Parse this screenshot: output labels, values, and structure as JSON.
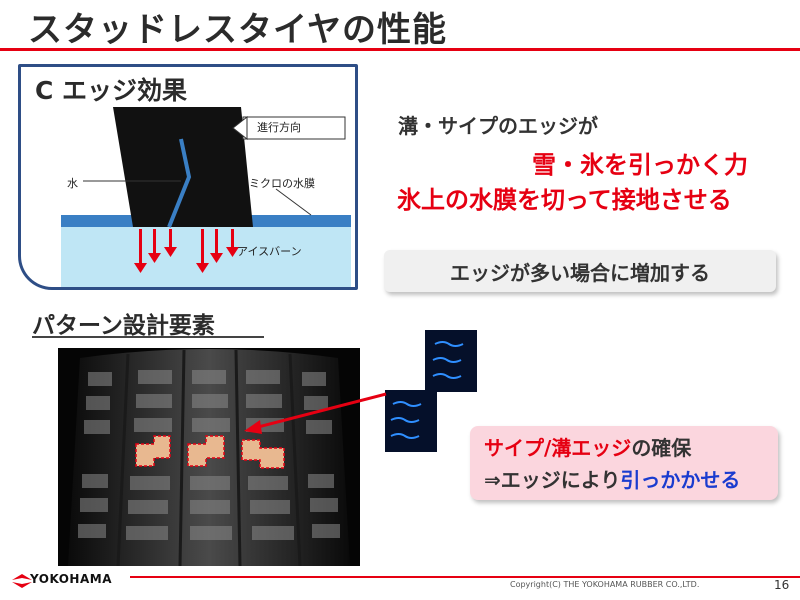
{
  "title": "スタッドレスタイヤの性能",
  "edge_section": {
    "heading": "C エッジ効果",
    "labels": {
      "direction": "進行方向",
      "water": "水",
      "micro_film": "ミクロの水膜",
      "ice_burn": "アイスバーン"
    }
  },
  "description": {
    "line1": "溝・サイプのエッジが",
    "line2": "雪・氷を引っかく力",
    "line3": "氷上の水膜を切って接地させる"
  },
  "callout": "エッジが多い場合に増加する",
  "pattern_heading": "パターン設計要素",
  "pink_box": {
    "line1_red": "サイプ/溝エッジ",
    "line1_dark": "の確保",
    "line2_dark": "⇒エッジにより",
    "line2_blue": "引っかかせる"
  },
  "footer": {
    "brand": "YOKOHAMA",
    "copyright": "Copyright(C) THE YOKOHAMA RUBBER CO.,LTD.",
    "page": "16"
  },
  "colors": {
    "accent_red": "#e60012",
    "frame_blue": "#2e4e86",
    "text_blue": "#1a3ccf",
    "pink_bg": "#fbd6de"
  }
}
